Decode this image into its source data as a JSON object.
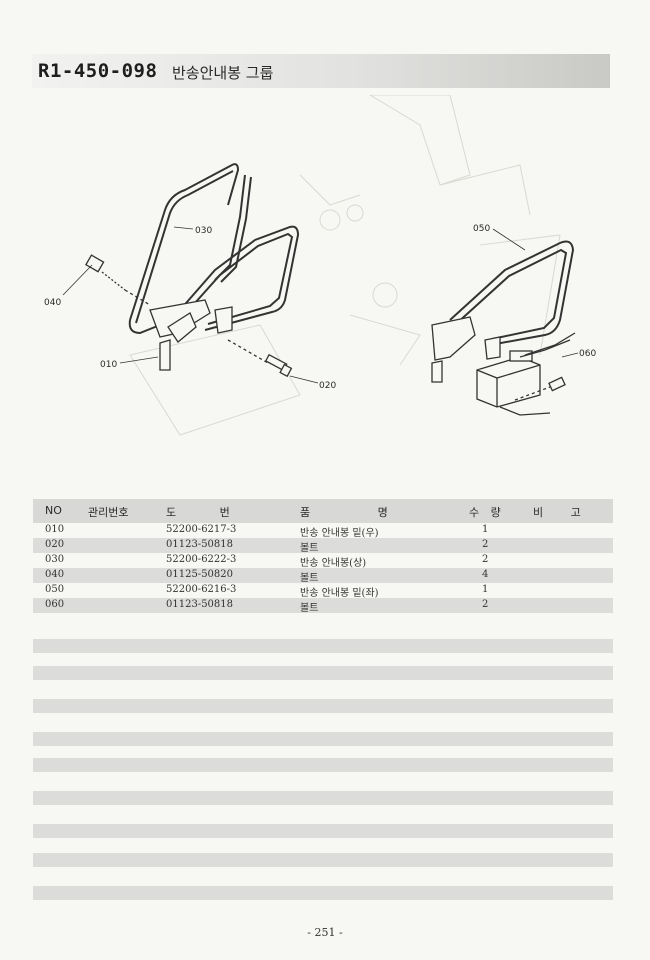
{
  "header": {
    "code": "R1-450-098",
    "name": "반송안내봉 그룹"
  },
  "diagram": {
    "callouts": {
      "c010": "010",
      "c020": "020",
      "c030": "030",
      "c040": "040",
      "c050": "050",
      "c060": "060"
    }
  },
  "table": {
    "headers": {
      "no": "NO",
      "mgmt": "관리번호",
      "dwg": "도 번",
      "name": "품 명",
      "qty": "수 량",
      "remark": "비 고"
    },
    "rows": [
      {
        "no": "010",
        "dwg": "52200-6217-3",
        "name": "반송 안내봉 밑(우)",
        "qty": "1"
      },
      {
        "no": "020",
        "dwg": "01123-50818",
        "name": "볼트",
        "qty": "2"
      },
      {
        "no": "030",
        "dwg": "52200-6222-3",
        "name": "반송 안내봉(상)",
        "qty": "2"
      },
      {
        "no": "040",
        "dwg": "01125-50820",
        "name": "볼트",
        "qty": "4"
      },
      {
        "no": "050",
        "dwg": "52200-6216-3",
        "name": "반송 안내봉 밑(좌)",
        "qty": "1"
      },
      {
        "no": "060",
        "dwg": "01123-50818",
        "name": "볼트",
        "qty": "2"
      }
    ]
  },
  "footer": {
    "page": "- 251 -"
  }
}
